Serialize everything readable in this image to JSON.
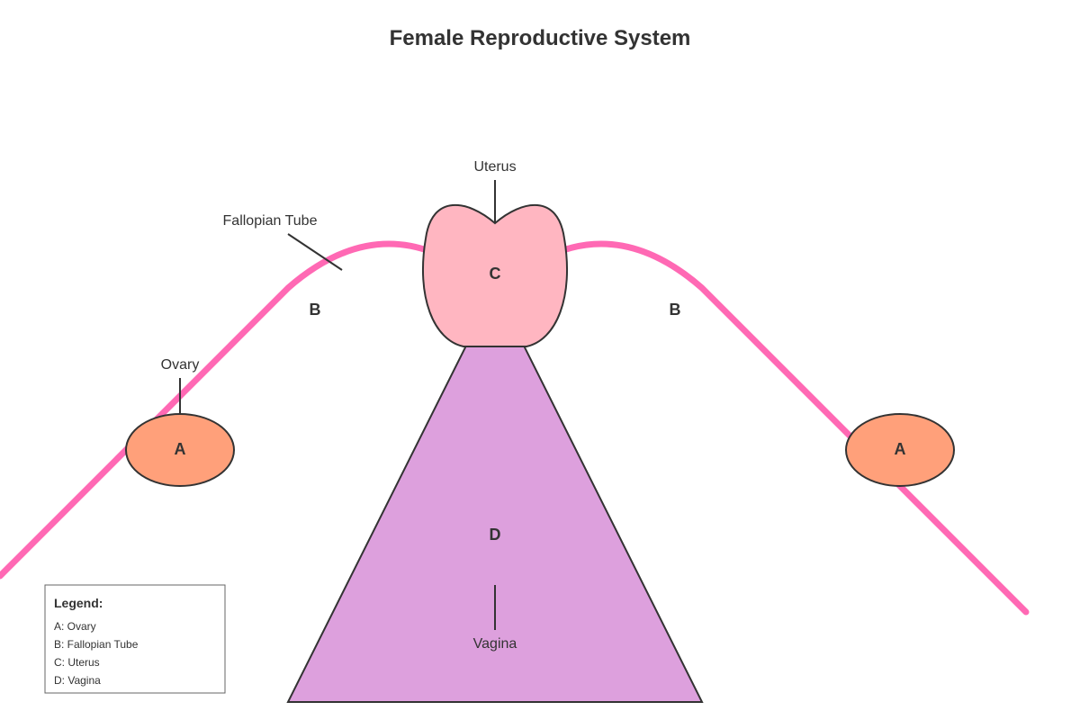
{
  "title": "Female Reproductive System",
  "callouts": {
    "uterus": "Uterus",
    "fallopian_tube": "Fallopian Tube",
    "ovary": "Ovary",
    "vagina": "Vagina"
  },
  "markers": {
    "ovary": "A",
    "fallopian_tube": "B",
    "uterus": "C",
    "vagina": "D"
  },
  "legend": {
    "title": "Legend:",
    "items": [
      "A: Ovary",
      "B: Fallopian Tube",
      "C: Uterus",
      "D: Vagina"
    ]
  },
  "colors": {
    "tube": "#ff69b4",
    "uterus": "#ffb6c1",
    "ovary": "#ffa07a",
    "vagina": "#dda0dd",
    "outline": "#333333"
  }
}
